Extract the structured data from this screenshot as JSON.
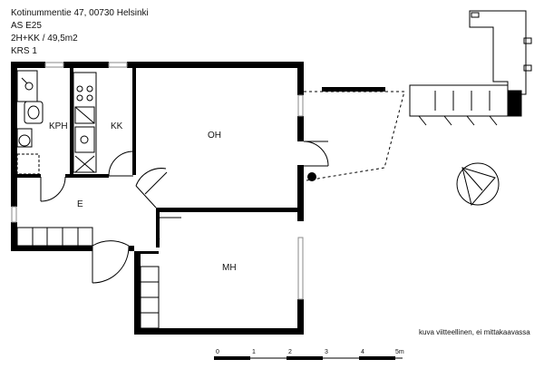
{
  "header": {
    "address": "Kotinummentie 47, 00730 Helsinki",
    "apartment": "AS E25",
    "layout": "2H+KK / 49,5m2",
    "floor": "KRS 1"
  },
  "rooms": {
    "kph": "KPH",
    "kk": "KK",
    "oh": "OH",
    "e": "E",
    "mh": "MH"
  },
  "note": "kuva viitteellinen, ei mittakaavassa",
  "scale": {
    "ticks": [
      "0",
      "1",
      "2",
      "3",
      "4",
      "5m"
    ]
  },
  "colors": {
    "wall": "#000000",
    "window": "#9a9a9a",
    "line": "#000000"
  }
}
